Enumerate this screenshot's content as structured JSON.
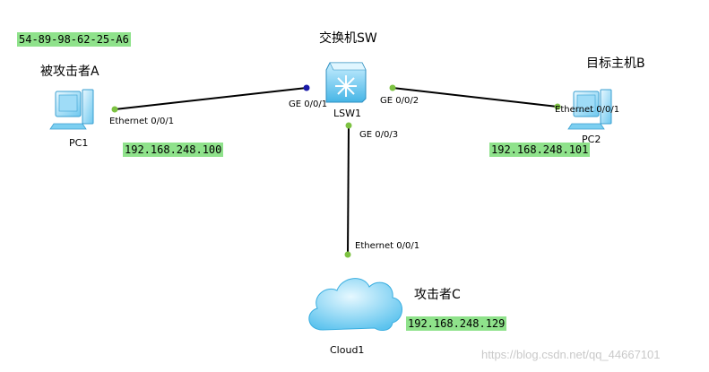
{
  "mac_label": "54-89-98-62-25-A6",
  "nodes": {
    "pc1": {
      "name": "PC1",
      "role_label": "被攻击者A",
      "ip": "192.168.248.100",
      "port": "Ethernet 0/0/1"
    },
    "pc2": {
      "name": "PC2",
      "role_label": "目标主机B",
      "ip": "192.168.248.101",
      "port": "Ethernet 0/0/1"
    },
    "switch": {
      "name": "LSW1",
      "role_label": "交换机SW",
      "ports": {
        "to_pc1": "GE 0/0/1",
        "to_pc2": "GE 0/0/2",
        "to_cloud": "GE 0/0/3"
      }
    },
    "cloud": {
      "name": "Cloud1",
      "role_label": "攻击者C",
      "ip": "192.168.248.129",
      "port": "Ethernet 0/0/1"
    }
  },
  "links": [
    {
      "from": "pc1",
      "to": "switch",
      "from_port": "Ethernet 0/0/1",
      "to_port": "GE 0/0/1"
    },
    {
      "from": "switch",
      "to": "pc2",
      "from_port": "GE 0/0/2",
      "to_port": "Ethernet 0/0/1"
    },
    {
      "from": "switch",
      "to": "cloud",
      "from_port": "GE 0/0/3",
      "to_port": "Ethernet 0/0/1"
    }
  ],
  "colors": {
    "label_bg": "#8fe28b",
    "link": "#000000",
    "port_dot": "#7dc242",
    "active_port_dot": "#1a1aa8",
    "device_blue": "#5cc3ee"
  },
  "watermark": "https://blog.csdn.net/qq_44667101"
}
